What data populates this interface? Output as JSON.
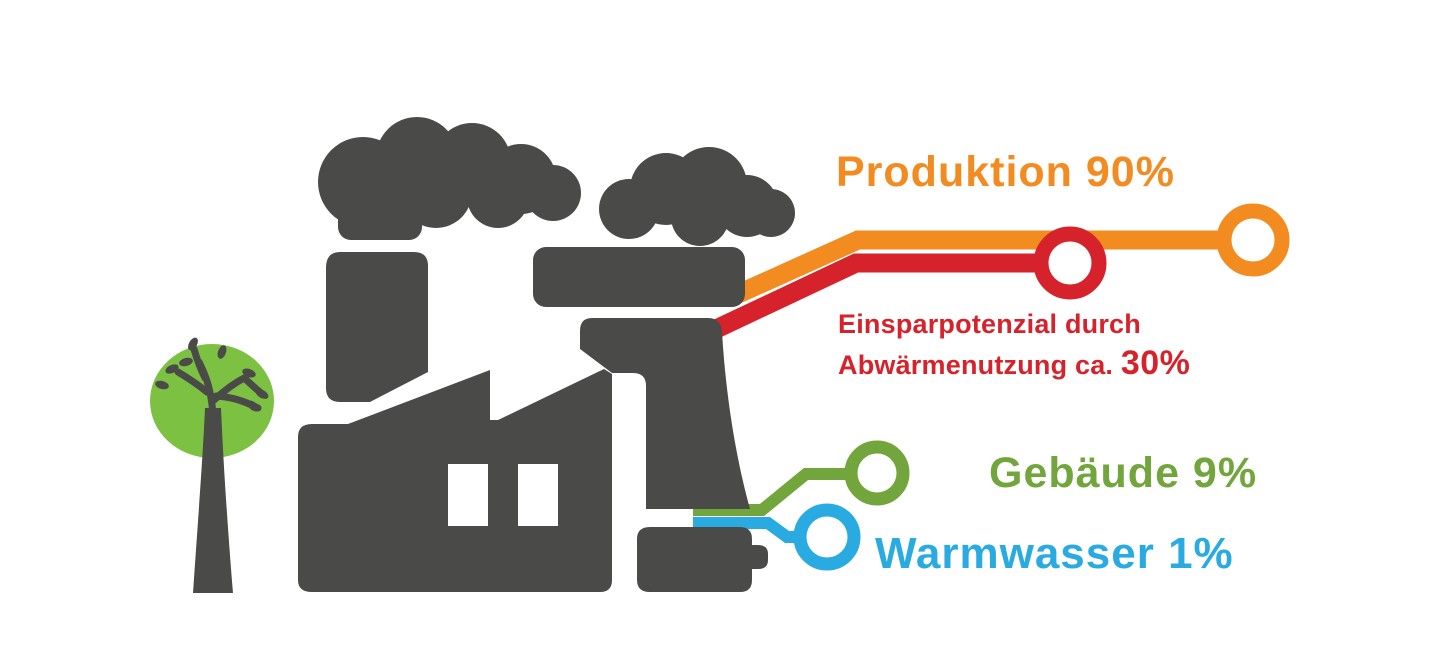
{
  "figure": {
    "background": "#FFFFFF",
    "labels": {
      "production": "Produktion 90%",
      "savings_line1": "Einsparpotenzial durch",
      "savings_line2_prefix": "Abwärmenutzung ca. ",
      "savings_line2_value": "30%",
      "building": "Gebäude 9%",
      "hot_water": "Warmwasser 1%"
    },
    "colors": {
      "production_orange": "#F28B20",
      "savings_red": "#D6232B",
      "building_green": "#73A53D",
      "hot_water_blue": "#29ABE2",
      "factory_gray": "#4A4A49",
      "tree_green": "#7CC142",
      "node_fill": "#FFFFFF"
    }
  },
  "chart_data": {
    "type": "diagram",
    "title": "",
    "items": [
      {
        "label": "Produktion",
        "value_pct": 90,
        "color": "#F28B20"
      },
      {
        "label": "Gebäude",
        "value_pct": 9,
        "color": "#73A53D"
      },
      {
        "label": "Warmwasser",
        "value_pct": 1,
        "color": "#29ABE2"
      }
    ],
    "annotation": {
      "text": "Einsparpotenzial durch Abwärmenutzung ca. 30%",
      "value_pct": 30,
      "color": "#D6232B"
    }
  }
}
